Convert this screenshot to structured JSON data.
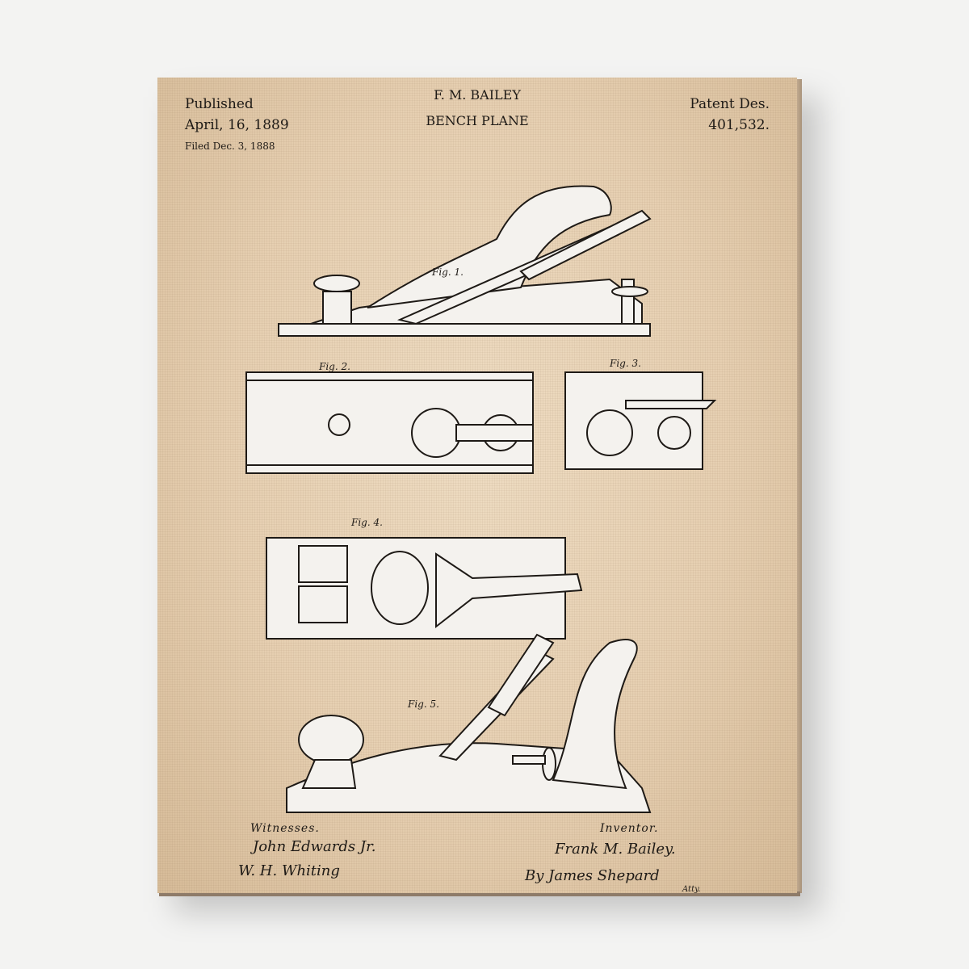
{
  "header": {
    "published_label": "Published",
    "published_date": "April, 16, 1889",
    "filed": "Filed Dec. 3, 1888",
    "inventor_name": "F. M. BAILEY",
    "title": "BENCH PLANE",
    "patent_label": "Patent Des.",
    "patent_number": "401,532."
  },
  "figures": [
    "Fig. 1.",
    "Fig. 2.",
    "Fig. 3.",
    "Fig. 4.",
    "Fig. 5."
  ],
  "footer": {
    "witnesses_label": "Witnesses.",
    "witness_1": "John Edwards Jr.",
    "witness_2": "W. H. Whiting",
    "inventor_label": "Inventor.",
    "inventor_signature": "Frank M. Bailey.",
    "attorney": "By James Shepard",
    "attorney_abbrev": "Atty."
  }
}
